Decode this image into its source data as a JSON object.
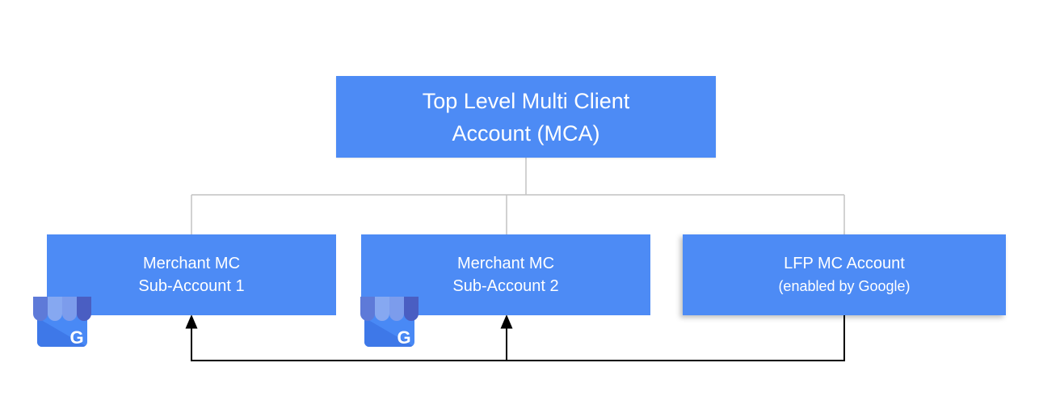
{
  "nodes": {
    "mca": {
      "line1": "Top Level Multi Client",
      "line2": "Account (MCA)"
    },
    "sub1": {
      "line1": "Merchant MC",
      "line2": "Sub-Account 1"
    },
    "sub2": {
      "line1": "Merchant MC",
      "line2": "Sub-Account 2"
    },
    "lfp": {
      "line1": "LFP MC Account",
      "line2": "(enabled by Google)"
    }
  },
  "business_icon": {
    "letter": "G"
  },
  "edges": [
    {
      "from": "mca",
      "to": "sub1",
      "type": "hierarchy"
    },
    {
      "from": "mca",
      "to": "sub2",
      "type": "hierarchy"
    },
    {
      "from": "mca",
      "to": "lfp",
      "type": "hierarchy"
    },
    {
      "from": "lfp",
      "to": "sub1",
      "type": "feed-arrow"
    },
    {
      "from": "lfp",
      "to": "sub2",
      "type": "feed-arrow"
    }
  ],
  "colors": {
    "node_fill": "#4D8BF5",
    "node_text": "#FFFFFF",
    "tree_connector": "#C2C2C2",
    "flow_arrow": "#000000",
    "background": "#FFFFFF",
    "icon_body": "#4989F5",
    "icon_body_fold": "#3E78E8",
    "icon_stripe_1": "#5E7AD8",
    "icon_stripe_2": "#86A8F1",
    "icon_stripe_3": "#7C9CEC",
    "icon_stripe_4": "#4A5EC2"
  }
}
